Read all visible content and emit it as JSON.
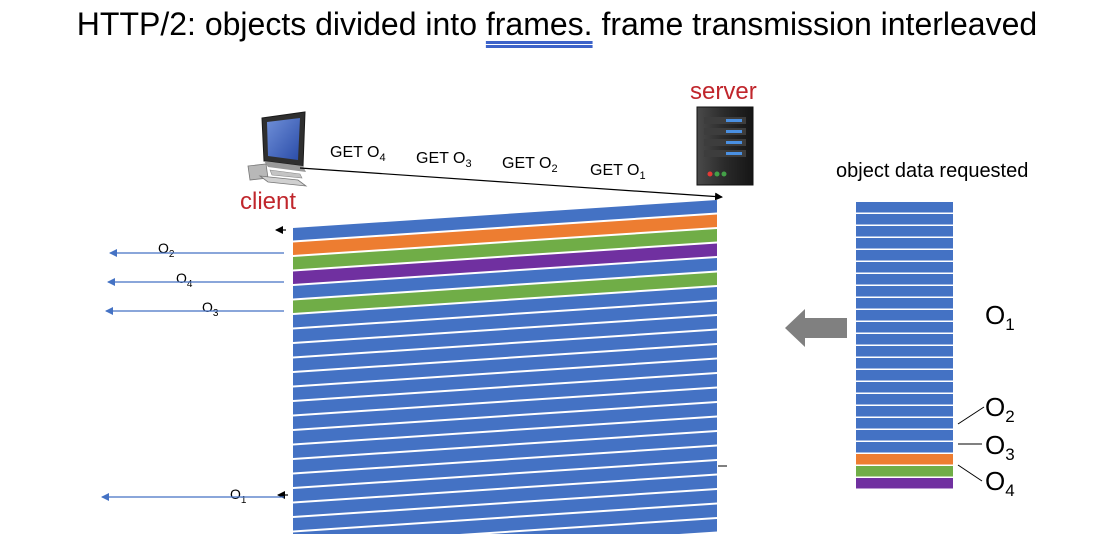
{
  "title": {
    "prefix": "HTTP/2: objects divided into ",
    "emphasis": "frames.",
    "suffix": " frame transmission interleaved"
  },
  "hosts": {
    "server_label": "server",
    "client_label": "client"
  },
  "requests": [
    {
      "prefix": "GET O",
      "sub": "4"
    },
    {
      "prefix": "GET O",
      "sub": "3"
    },
    {
      "prefix": "GET O",
      "sub": "2"
    },
    {
      "prefix": "GET O",
      "sub": "1"
    }
  ],
  "delivered": [
    {
      "prefix": "O",
      "sub": "2"
    },
    {
      "prefix": "O",
      "sub": "4"
    },
    {
      "prefix": "O",
      "sub": "3"
    },
    {
      "prefix": "O",
      "sub": "1"
    }
  ],
  "object_stack": {
    "label": "object data requested",
    "objects": [
      {
        "prefix": "O",
        "sub": "1",
        "frames": 21
      },
      {
        "prefix": "O",
        "sub": "2",
        "frames": 1
      },
      {
        "prefix": "O",
        "sub": "3",
        "frames": 1
      },
      {
        "prefix": "O",
        "sub": "4",
        "frames": 1
      }
    ]
  },
  "frame_sequence": [
    "O1",
    "O2",
    "O3",
    "O4",
    "O1",
    "O3",
    "O1",
    "O1",
    "O1",
    "O1",
    "O1",
    "O1",
    "O1",
    "O1",
    "O1",
    "O1",
    "O1",
    "O1",
    "O1",
    "O1",
    "O1",
    "O1",
    "O1"
  ],
  "colors": {
    "O1": "#4472c4",
    "O2": "#ed7d31",
    "O3": "#70ad47",
    "O4": "#7030a0",
    "label_red": "#c0262c",
    "arrow_blue": "#4472c4",
    "arrow_gray": "#808080",
    "underline": "#3d63c9"
  },
  "icons": {
    "server": "server-tower-icon",
    "client": "desktop-computer-icon"
  }
}
